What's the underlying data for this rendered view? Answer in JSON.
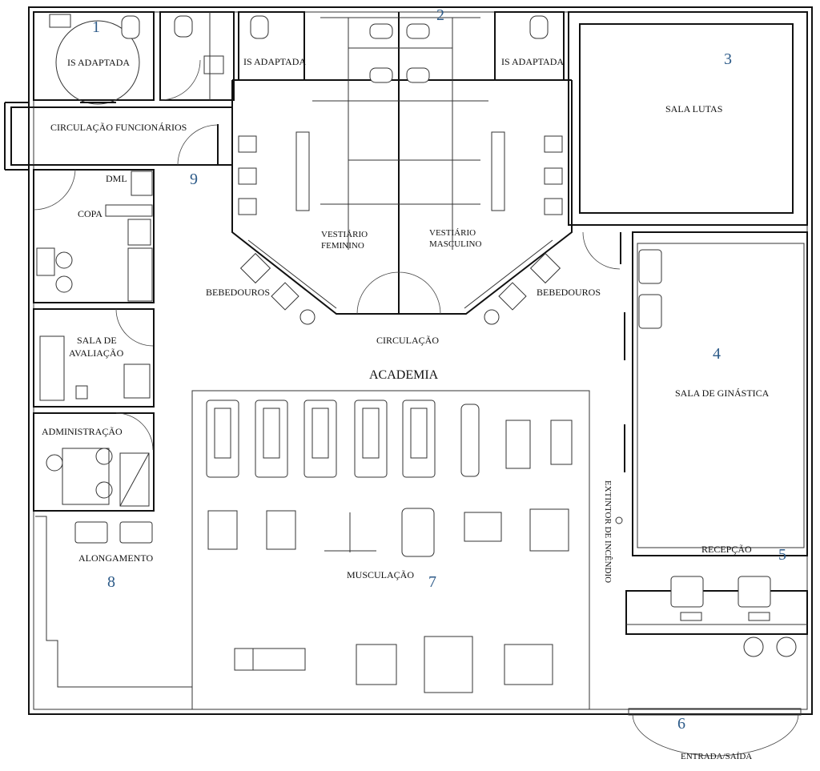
{
  "rooms": {
    "is_adaptada": "IS ADAPTADA",
    "circ_func": "CIRCULAÇÃO FUNCIONÁRIOS",
    "dml": "DML",
    "copa": "COPA",
    "sala_avaliacao_1": "SALA DE",
    "sala_avaliacao_2": "AVALIAÇÃO",
    "administracao": "ADMINISTRAÇÃO",
    "alongamento": "ALONGAMENTO",
    "bebedouros": "BEBEDOUROS",
    "vest_fem_1": "VESTIÁRIO",
    "vest_fem_2": "FEMININO",
    "vest_masc_1": "VESTIÁRIO",
    "vest_masc_2": "MASCULINO",
    "circulacao": "CIRCULAÇÃO",
    "academia": "ACADEMIA",
    "musculacao": "MUSCULAÇÃO",
    "sala_lutas": "SALA LUTAS",
    "sala_ginastica": "SALA DE GINÁSTICA",
    "extintor": "EXTINTOR DE INCÊNDIO",
    "recepcao": "RECEPÇÃO",
    "entrada": "ENTRADA/SAÍDA"
  },
  "numbers": {
    "n1": "1",
    "n2": "2",
    "n3": "3",
    "n4": "4",
    "n5": "5",
    "n6": "6",
    "n7": "7",
    "n8": "8",
    "n9": "9"
  },
  "colors": {
    "wall": "#111111",
    "number": "#2c5a88"
  }
}
